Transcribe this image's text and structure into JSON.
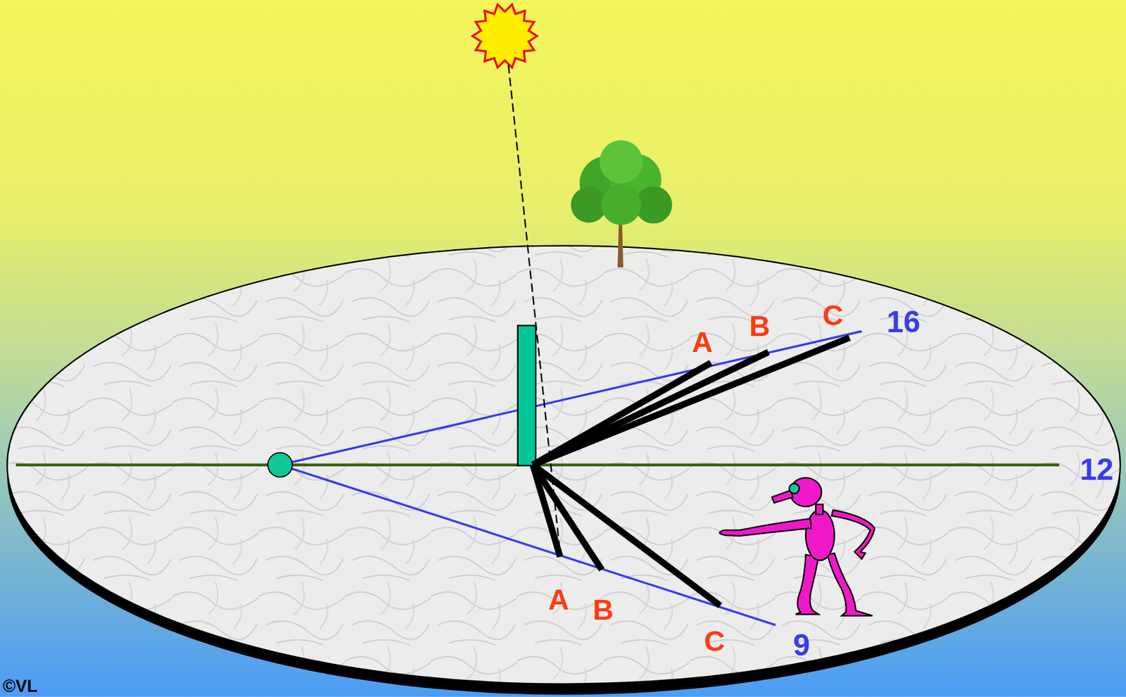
{
  "diagram": {
    "labels": [
      "A",
      "B",
      "C",
      "16",
      "12",
      "A",
      "B",
      "C",
      "9",
      "©VL"
    ]
  }
}
